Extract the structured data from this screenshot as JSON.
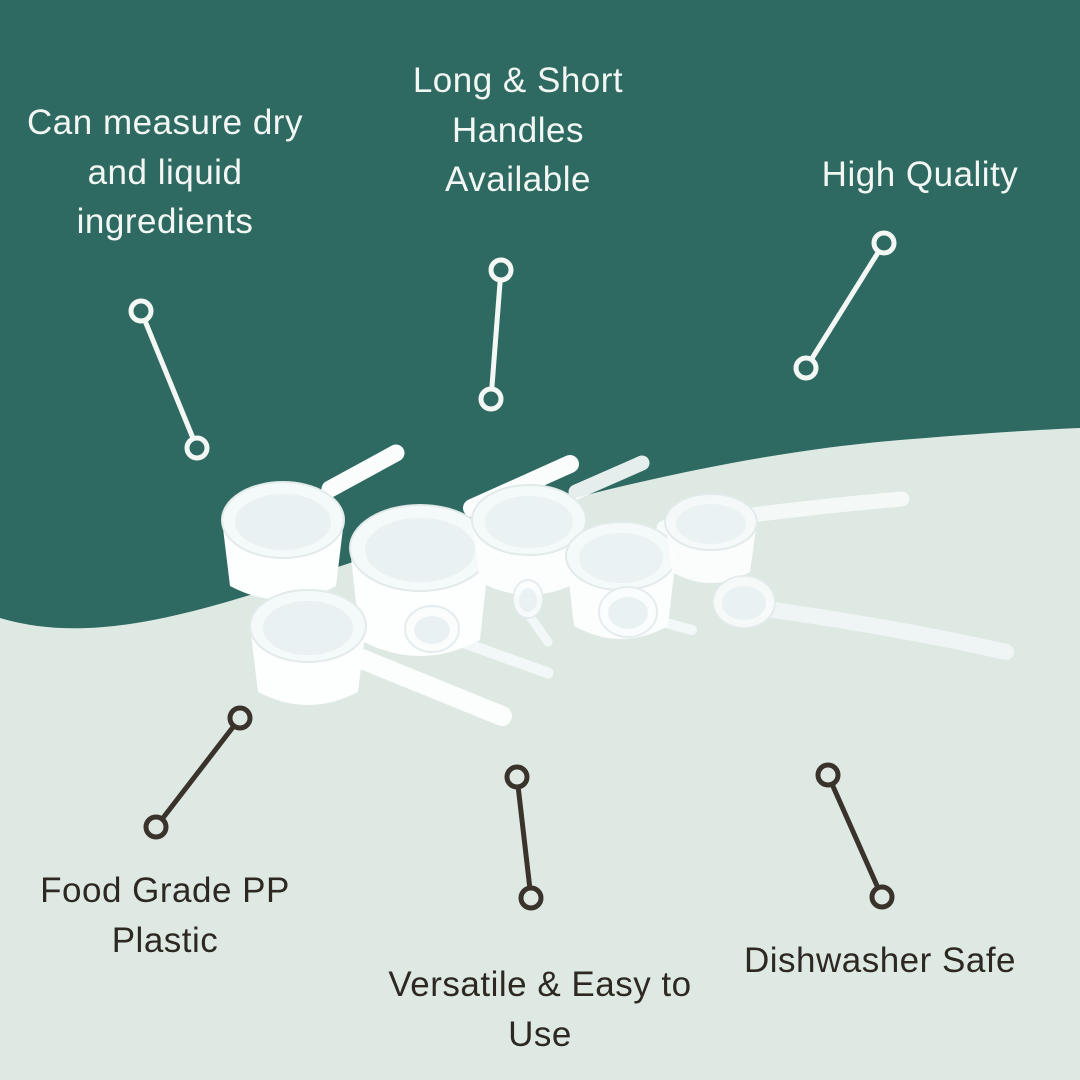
{
  "colors": {
    "background_top": "#2e6a62",
    "background_bottom": "#dfe9e3",
    "light_text": "#f2f7f3",
    "dark_text": "#2e2823",
    "light_connector": "#f4f8f5",
    "dark_connector": "#3a332b",
    "product_white": "#ffffff"
  },
  "callouts": {
    "top_left": "Can measure dry and liquid ingredients",
    "top_center": "Long & Short Handles Available",
    "top_right": "High Quality",
    "bottom_left": "Food Grade PP Plastic",
    "bottom_center": "Versatile & Easy to Use",
    "bottom_right": "Dishwasher Safe"
  }
}
